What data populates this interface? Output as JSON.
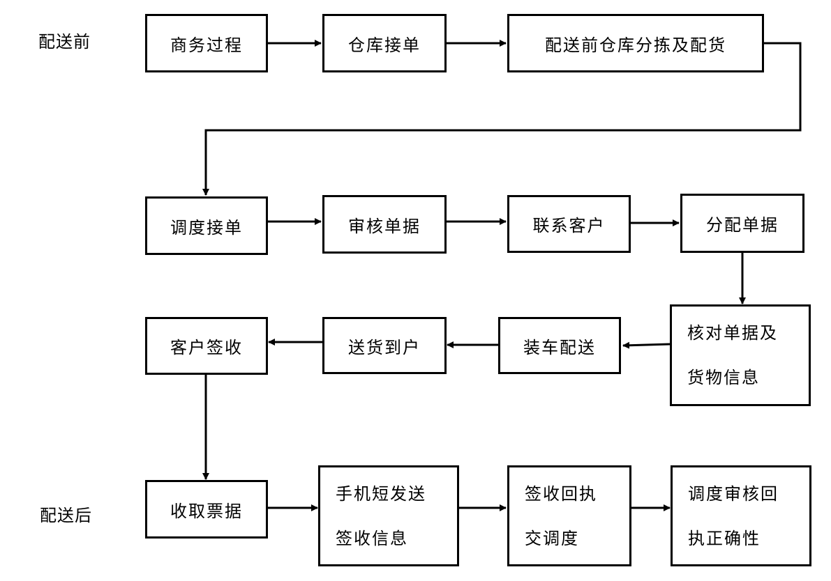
{
  "stage_labels": {
    "before": "配送前",
    "after": "配送后"
  },
  "steps": {
    "s1": "商务过程",
    "s2": "仓库接单",
    "s3": "配送前仓库分拣及配货",
    "s4": "调度接单",
    "s5": "审核单据",
    "s6": "联系客户",
    "s7": "分配单据",
    "s8": [
      "核对单据及",
      "货物信息"
    ],
    "s9": "装车配送",
    "s10": "送货到户",
    "s11": "客户签收",
    "s12": "收取票据",
    "s13": [
      "手机短发送",
      "签收信息"
    ],
    "s14": [
      "签收回执",
      "交调度"
    ],
    "s15": [
      "调度审核回",
      "执正确性"
    ]
  }
}
